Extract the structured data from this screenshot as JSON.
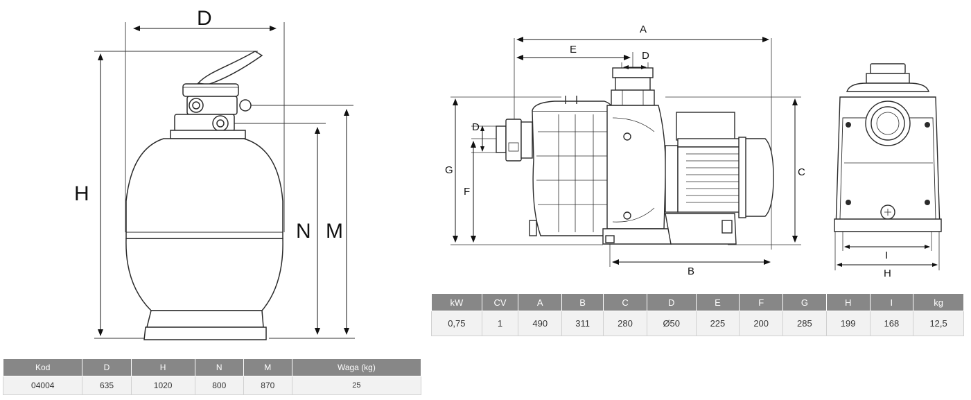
{
  "filter_diagram": {
    "labels": {
      "D": "D",
      "H": "H",
      "N": "N",
      "M": "M"
    }
  },
  "pump_diagram": {
    "labels": {
      "A": "A",
      "E": "E",
      "D_top": "D",
      "D_side": "D",
      "G": "G",
      "F": "F",
      "C": "C",
      "B": "B",
      "I": "I",
      "H": "H"
    }
  },
  "filter_table": {
    "headers": [
      "Kod",
      "D",
      "H",
      "N",
      "M",
      "Waga (kg)"
    ],
    "rows": [
      [
        "04004",
        "635",
        "1020",
        "800",
        "870",
        "25"
      ]
    ]
  },
  "pump_table": {
    "headers": [
      "kW",
      "CV",
      "A",
      "B",
      "C",
      "D",
      "E",
      "F",
      "G",
      "H",
      "I",
      "kg"
    ],
    "rows": [
      [
        "0,75",
        "1",
        "490",
        "311",
        "280",
        "Ø50",
        "225",
        "200",
        "285",
        "199",
        "168",
        "12,5"
      ]
    ]
  },
  "colors": {
    "header_bg": "#878787",
    "row_bg": "#f2f2f2",
    "line": "#2a2a2a"
  }
}
